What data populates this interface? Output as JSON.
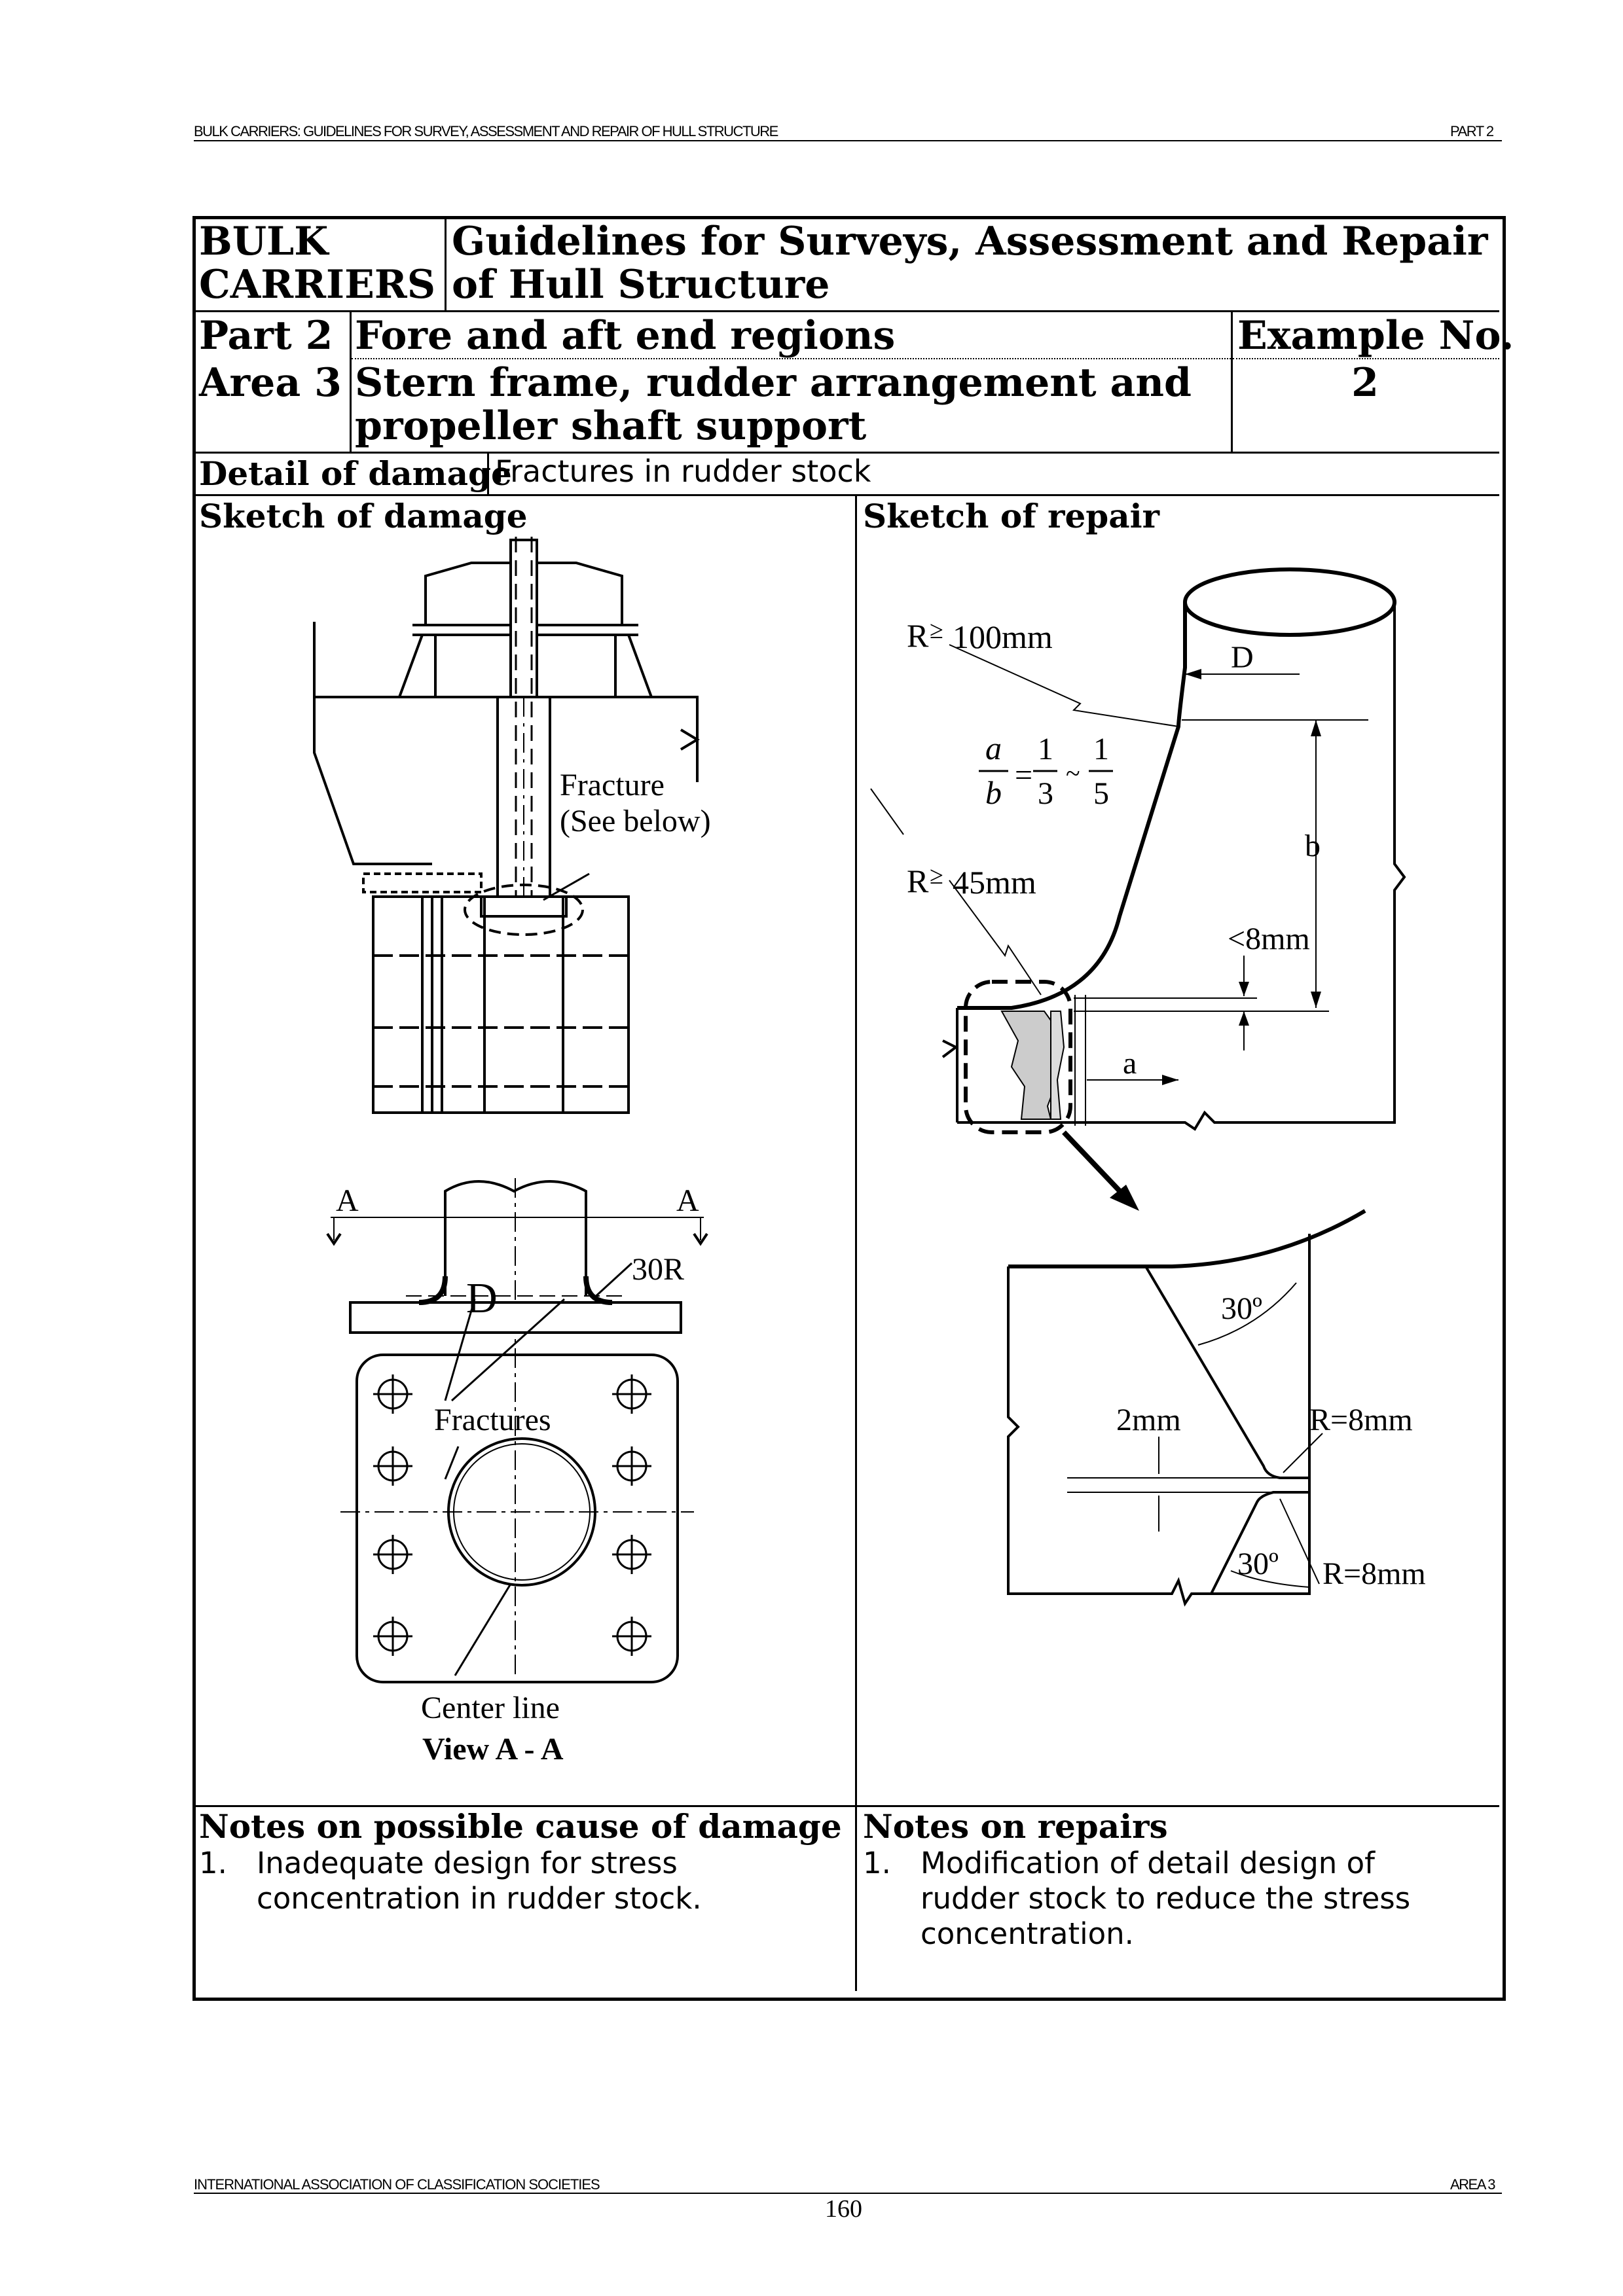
{
  "header": {
    "left": "BULK CARRIERS: GUIDELINES FOR SURVEY, ASSESSMENT AND REPAIR OF HULL STRUCTURE",
    "right": "PART 2"
  },
  "title_block": {
    "ship_type": "BULK CARRIERS",
    "guideline_title": "Guidelines for Surveys, Assessment and Repair of Hull Structure",
    "part_label": "Part 2",
    "part_title": "Fore and aft end regions",
    "example_label": "Example No.",
    "example_no": "2",
    "area_label": "Area 3",
    "area_title": "Stern frame, rudder arrangement and propeller shaft support",
    "detail_label": "Detail of damage",
    "detail_value": "Fractures in rudder stock"
  },
  "sketch_damage": {
    "heading": "Sketch of damage",
    "fracture_label": "Fracture",
    "see_below": "(See below)",
    "section_a_left": "A",
    "section_a_right": "A",
    "radius_label": "30R",
    "d_label": "D",
    "fractures_label": "Fractures",
    "center_line": "Center line",
    "view_label": "View A - A"
  },
  "sketch_repair": {
    "heading": "Sketch of repair",
    "r100_label": "R",
    "r100_value": "100mm",
    "ge_symbol": "≥",
    "d_label": "D",
    "ratio_a": "a",
    "ratio_b": "b",
    "ratio_eq": "=",
    "ratio_one_a": "1",
    "ratio_three": "3",
    "ratio_tilde": "~",
    "ratio_one_b": "1",
    "ratio_five": "5",
    "b_label": "b",
    "r45_label": "R",
    "r45_value": "45mm",
    "lt8_label": "<8mm",
    "a_label": "a",
    "angle_top": "30º",
    "gap_label": "2mm",
    "r8_top": "R=8mm",
    "angle_bottom": "30º",
    "r8_bottom": "R=8mm"
  },
  "notes": {
    "cause_heading": "Notes on possible cause of damage",
    "cause_num": "1.",
    "cause_text_1": "Inadequate design for stress",
    "cause_text_2": "concentration in rudder stock.",
    "repair_heading": "Notes on repairs",
    "repair_num": "1.",
    "repair_text_1": "Modification of detail design of",
    "repair_text_2": "rudder stock to reduce the stress",
    "repair_text_3": "concentration."
  },
  "footer": {
    "left": "INTERNATIONAL ASSOCIATION OF CLASSIFICATION SOCIETIES",
    "right": "AREA 3",
    "page_number": "160"
  }
}
